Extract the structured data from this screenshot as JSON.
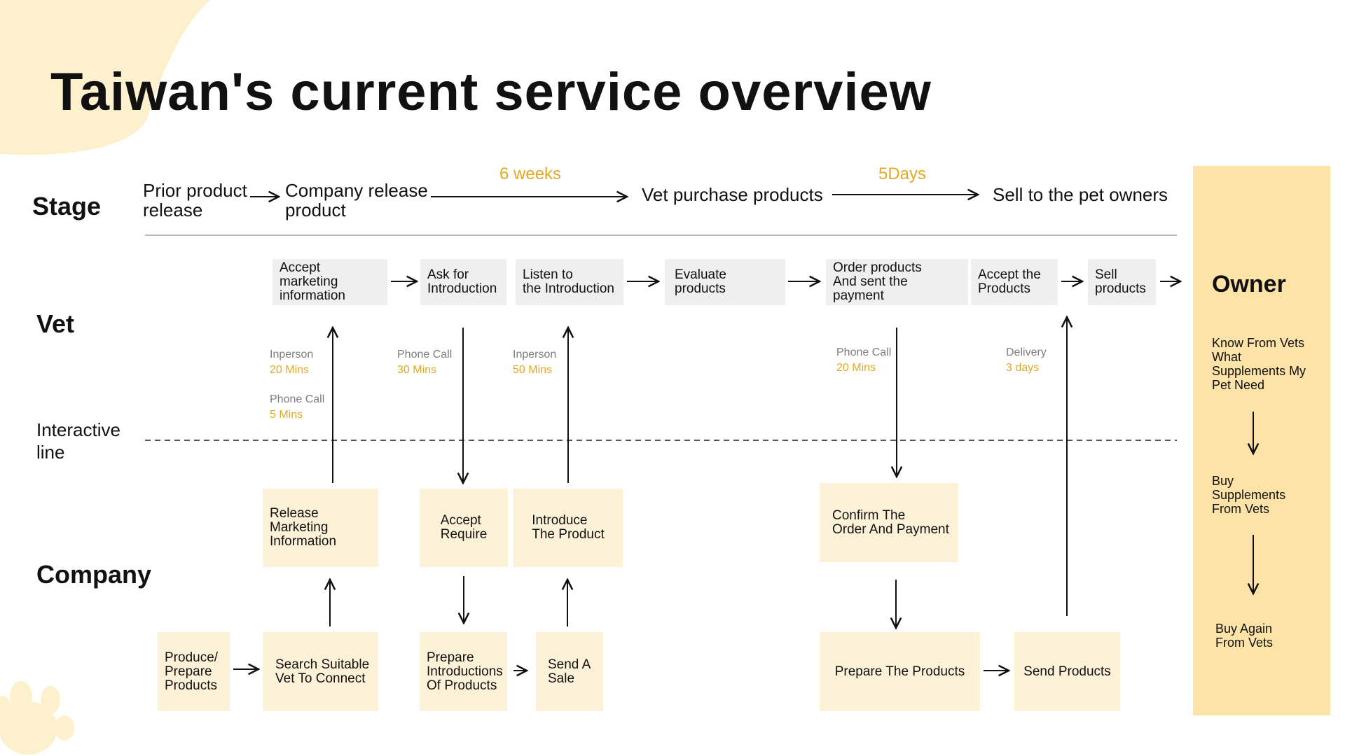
{
  "title": "Taiwan's current service overview",
  "lanes": {
    "stage": "Stage",
    "vet": "Vet",
    "interactive": "Interactive line",
    "company": "Company"
  },
  "stages": {
    "prior": "Prior product\nrelease",
    "company_release": "Company release\nproduct",
    "vet_purchase": "Vet purchase products",
    "sell": "Sell to the pet owners",
    "duration_1": "6 weeks",
    "duration_2": "5Days"
  },
  "vet_steps": [
    "Accept marketing\ninformation",
    "Ask for\nIntroduction",
    "Listen to\nthe Introduction",
    "Evaluate products",
    "Order products\nAnd sent the payment",
    "Accept the\nProducts",
    "Sell\nproducts"
  ],
  "interactions": [
    {
      "mode": "Inperson",
      "time": "20 Mins"
    },
    {
      "mode": "Phone Call",
      "time": "5 Mins"
    },
    {
      "mode": "Phone Call",
      "time": "30 Mins"
    },
    {
      "mode": "Inperson",
      "time": "50 Mins"
    },
    {
      "mode": "Phone Call",
      "time": "20 Mins"
    },
    {
      "mode": "Delivery",
      "time": "3 days"
    }
  ],
  "company_upper": [
    "Release Marketing\nInformation",
    "Accept\nRequire",
    "Introduce\nThe Product",
    "Confirm The\nOrder And Payment"
  ],
  "company_lower": [
    "Produce/\nPrepare\nProducts",
    "Search Suitable\nVet To Connect",
    "Prepare\nIntroductions\nOf Products",
    "Send A\nSale",
    "Prepare The Products",
    "Send Products"
  ],
  "owner": {
    "title": "Owner",
    "steps": [
      "Know From Vets\nWhat\nSupplements My\nPet Need",
      "Buy\nSupplements\nFrom Vets",
      "Buy Again\nFrom Vets"
    ]
  },
  "colors": {
    "accent": "#e5a824",
    "grey_box": "#efefef",
    "yellow_box": "#fdf2d8",
    "owner_panel": "#fde3a7",
    "blob": "#fdf0cc"
  }
}
